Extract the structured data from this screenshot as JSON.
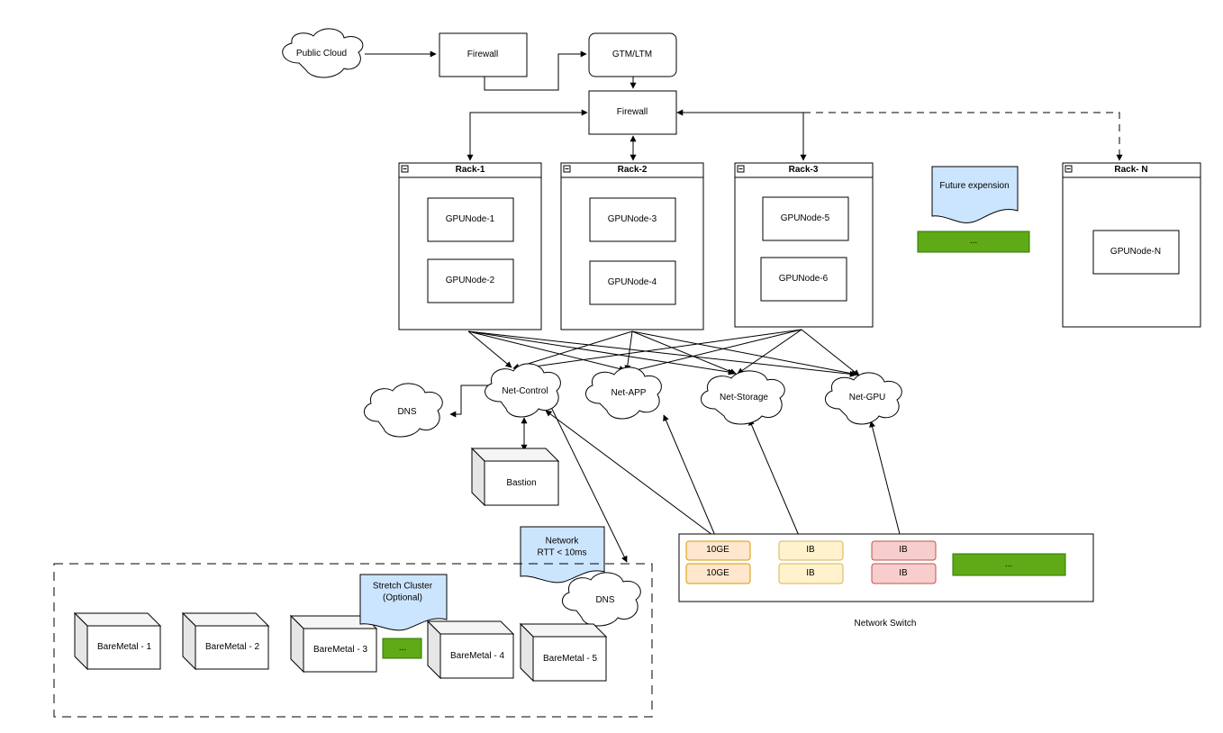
{
  "cloud": {
    "public": "Public Cloud"
  },
  "firewall": {
    "outer": "Firewall",
    "inner": "Firewall"
  },
  "gtm": "GTM/LTM",
  "racks": {
    "r1": {
      "title": "Rack-1",
      "nodes": [
        "GPUNode-1",
        "GPUNode-2"
      ]
    },
    "r2": {
      "title": "Rack-2",
      "nodes": [
        "GPUNode-3",
        "GPUNode-4"
      ]
    },
    "r3": {
      "title": "Rack-3",
      "nodes": [
        "GPUNode-5",
        "GPUNode-6"
      ]
    },
    "rn": {
      "title": "Rack- N",
      "nodes": [
        "GPUNode-N"
      ]
    }
  },
  "future": {
    "label": "Future expension",
    "more": "..."
  },
  "networks": {
    "control": "Net-Control",
    "app": "Net-APP",
    "storage": "Net-Storage",
    "gpu": "Net-GPU"
  },
  "dns": {
    "top": "DNS",
    "bottom": "DNS"
  },
  "bastion": "Bastion",
  "rtt_note": "Network\nRTT < 10ms",
  "stretch_note": "Stretch Cluster\n(Optional)",
  "switch": {
    "caption": "Network Switch",
    "ports": [
      "10GE",
      "10GE",
      "IB",
      "IB",
      "IB",
      "IB"
    ],
    "more": "..."
  },
  "baremetal": {
    "items": [
      "BareMetal - 1",
      "BareMetal - 2",
      "BareMetal - 3",
      "BareMetal - 4",
      "BareMetal - 5"
    ],
    "more": "..."
  },
  "colors": {
    "green": "#60a917",
    "note_blue": "#cce5ff",
    "port_orange_fill": "#ffe6cc",
    "port_orange_stroke": "#d79b00",
    "port_yellow_fill": "#fff2cc",
    "port_yellow_stroke": "#d6b656",
    "port_red_fill": "#f8cecc",
    "port_red_stroke": "#b85450",
    "cube_side": "#e6e6e6"
  }
}
